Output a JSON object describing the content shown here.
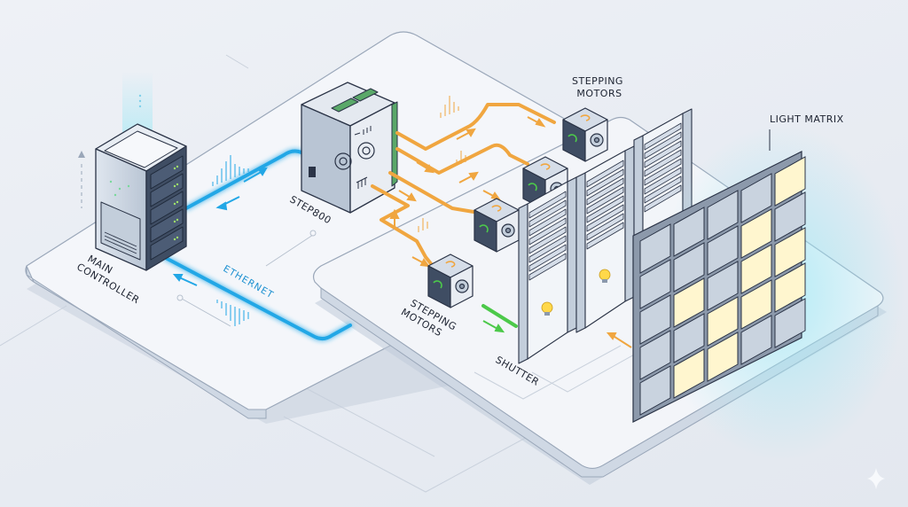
{
  "labels": {
    "main_controller": [
      "MAIN",
      "CONTROLLER"
    ],
    "ethernet": "ETHERNET",
    "step800": "STEP800",
    "stepping_motors_top": [
      "STEPPING",
      "MOTORS"
    ],
    "stepping_motors_bottom": [
      "STEPPING",
      "MOTORS"
    ],
    "shutter": "SHUTTER",
    "light_matrix": "LIGHT MATRIX"
  },
  "components": [
    {
      "id": "main-controller",
      "type": "server"
    },
    {
      "id": "step800",
      "type": "motor-driver"
    },
    {
      "id": "stepping-motors",
      "type": "motor",
      "count": 4
    },
    {
      "id": "shutter",
      "type": "louver-shutter",
      "count": 3
    },
    {
      "id": "light-matrix",
      "type": "panel-grid",
      "rows": 5,
      "cols": 5
    }
  ],
  "connections": [
    {
      "from": "main-controller",
      "to": "step800",
      "type": "ethernet",
      "color": "#22a7e6"
    },
    {
      "from": "step800",
      "to": "stepping-motors",
      "type": "cable",
      "color": "#f0a640",
      "count": 4
    },
    {
      "from": "stepping-motors",
      "to": "shutter",
      "type": "shaft",
      "color": "#4cc94a"
    }
  ],
  "light_matrix_lit": [
    [
      0,
      4
    ],
    [
      1,
      3
    ],
    [
      2,
      1
    ],
    [
      2,
      3
    ],
    [
      2,
      4
    ],
    [
      3,
      2
    ],
    [
      3,
      3
    ],
    [
      3,
      4
    ],
    [
      4,
      1
    ],
    [
      4,
      2
    ]
  ],
  "colors": {
    "ethernet": "#22a7e6",
    "cable": "#f0a640",
    "shaft": "#4cc94a",
    "platform": "#f3f5f9",
    "outline": "#2a3346",
    "lit": "#fff6cf",
    "glow": "#9fe8f5"
  }
}
